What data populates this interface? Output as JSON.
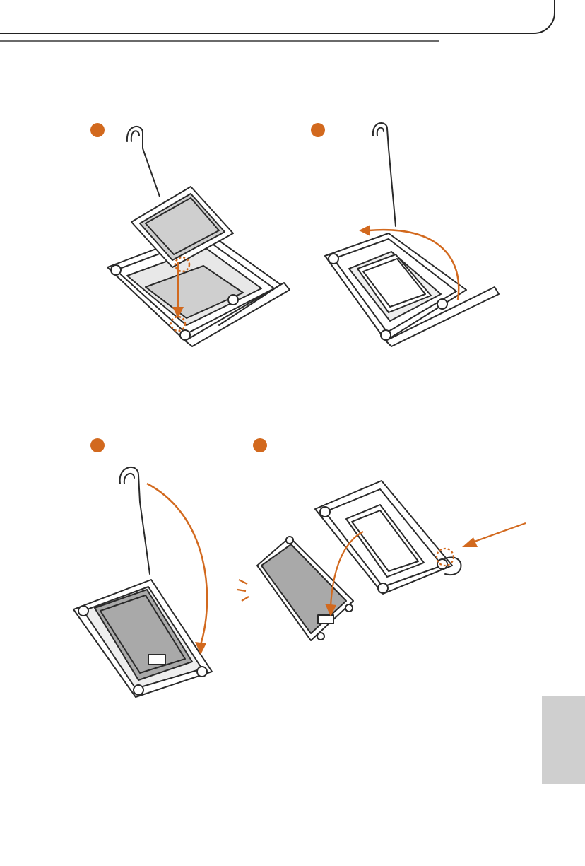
{
  "page": {
    "accent_color": "#d2691e",
    "line_color": "#2a2a2a",
    "fill_gray": "#9a9a9a",
    "lang_tab_color": "#cfcfcf"
  },
  "figures": [
    {
      "name": "step-1-install-cpu",
      "marker_color": "#d2691e"
    },
    {
      "name": "step-2-close-load-plate",
      "marker_color": "#d2691e"
    },
    {
      "name": "step-3-lower-lever",
      "marker_color": "#d2691e"
    },
    {
      "name": "step-4-remove-pnp-cap",
      "marker_color": "#d2691e"
    }
  ]
}
